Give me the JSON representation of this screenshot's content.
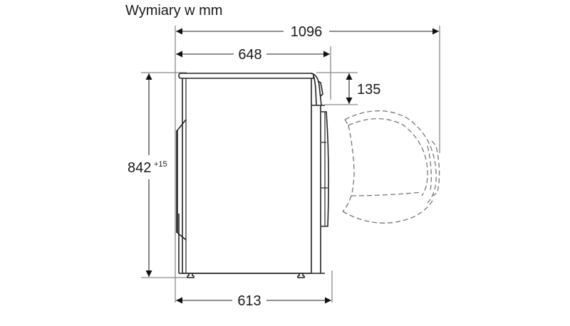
{
  "title": "Wymiary w mm",
  "unit": "mm",
  "dimensions": {
    "total_depth_door_open": {
      "value": "1096",
      "label": "1096"
    },
    "depth_top": {
      "value": "648",
      "label": "648"
    },
    "control_panel_height": {
      "value": "135",
      "label": "135"
    },
    "height": {
      "value": "842",
      "label": "842",
      "tolerance": "+15"
    },
    "depth_base": {
      "value": "613",
      "label": "613"
    }
  },
  "colors": {
    "line": "#222222",
    "extension_line": "#8a8a8a",
    "door_swing_dashed": "#777777",
    "background": "#ffffff"
  }
}
